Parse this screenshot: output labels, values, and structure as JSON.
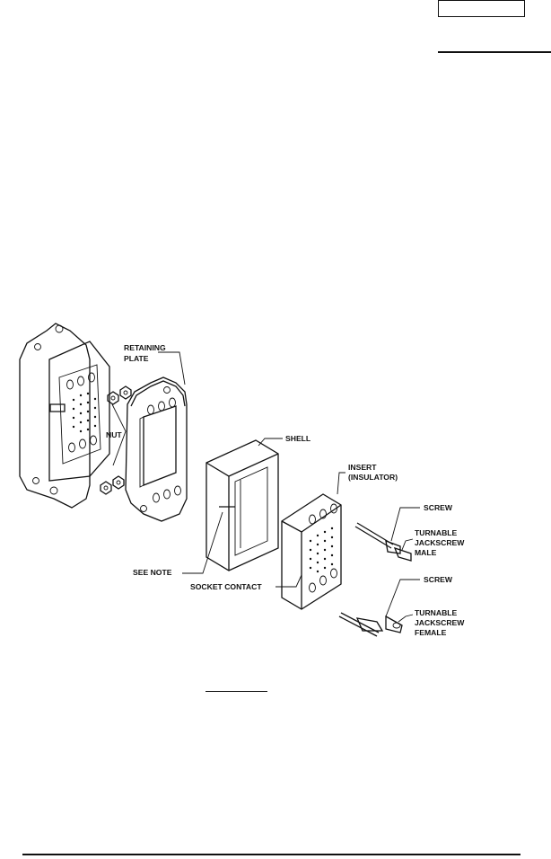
{
  "labels": {
    "retaining_plate_1": "RETAINING",
    "retaining_plate_2": "PLATE",
    "nut": "NUT",
    "shell": "SHELL",
    "insert_1": "INSERT",
    "insert_2": "(INSULATOR)",
    "screw_male": "SCREW",
    "jackscrew_male_1": "TURNABLE",
    "jackscrew_male_2": "JACKSCREW",
    "jackscrew_male_3": "MALE",
    "see_note": "SEE NOTE",
    "socket_contact": "SOCKET CONTACT",
    "screw_female": "SCREW",
    "jackscrew_female_1": "TURNABLE",
    "jackscrew_female_2": "JACKSCREW",
    "jackscrew_female_3": "FEMALE"
  }
}
